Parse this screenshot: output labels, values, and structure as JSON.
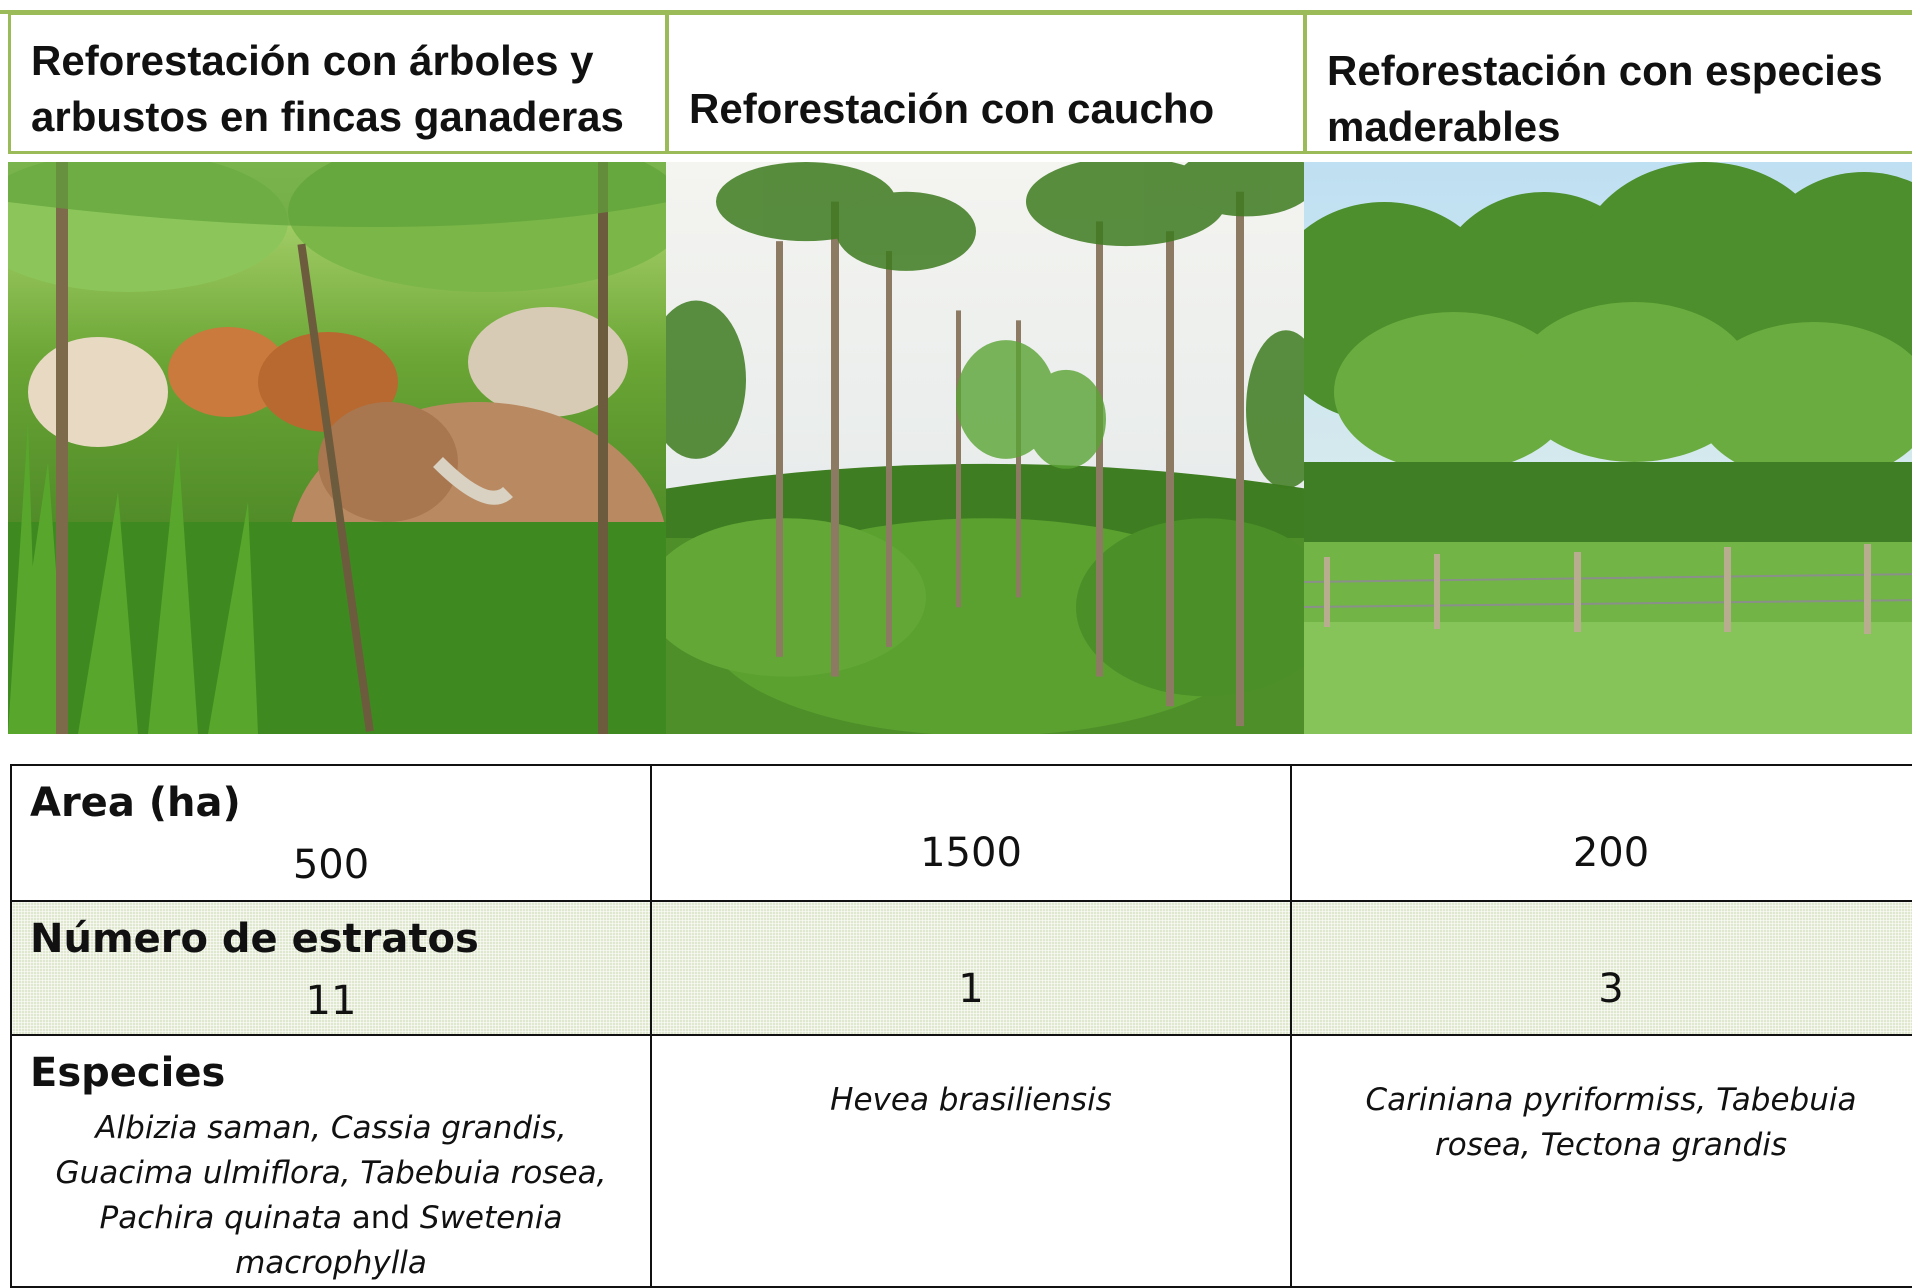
{
  "columns": [
    {
      "title_line1": "Reforestación con árboles y",
      "title_line2": "arbustos en fincas ganaderas",
      "photo": "cattle-grazing-among-trees-photo"
    },
    {
      "title": "Reforestación con caucho",
      "photo": "rubber-plantation-photo"
    },
    {
      "title_line1": "Reforestación con especies",
      "title_line2": "maderables",
      "photo": "timber-plantation-photo"
    }
  ],
  "table": {
    "area": {
      "label": "Area (ha)",
      "values": [
        "500",
        "1500",
        "200"
      ]
    },
    "strata": {
      "label": "Número de estratos",
      "values": [
        "11",
        "1",
        "3"
      ]
    },
    "species": {
      "label": "Especies",
      "col1_part1": "Albizia saman, Cassia grandis, Guacima ulmiflora, Tabebuia rosea, Pachira quinata",
      "col1_conj": "and",
      "col1_part2": "Swetenia macrophylla",
      "col2": "Hevea brasiliensis",
      "col3": "Cariniana pyriformiss, Tabebuia rosea, Tectona grandis"
    }
  },
  "colors": {
    "accent_border": "#9bbb59",
    "strata_row_bg": "#dfe8cf"
  }
}
